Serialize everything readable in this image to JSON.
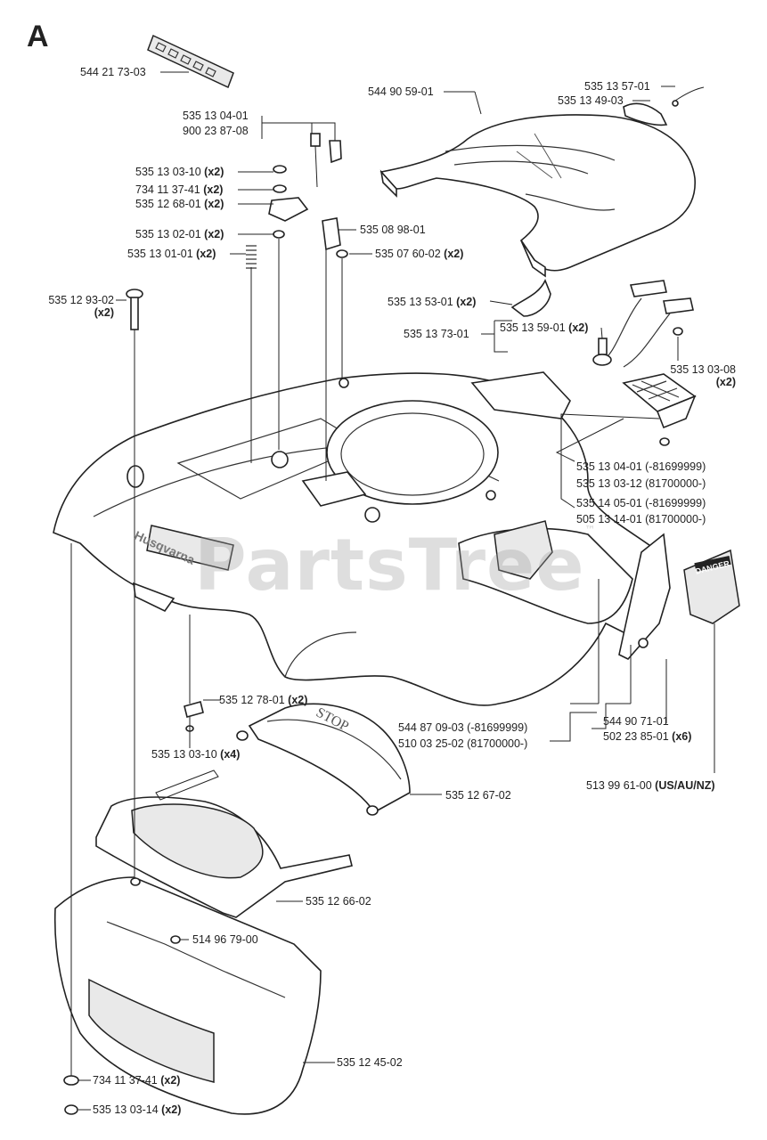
{
  "section": "A",
  "watermark": "PartsTree",
  "watermark_tm": "™",
  "stop_text": "STOP",
  "danger_text": "DANGER",
  "brand_text": "Husqvarna",
  "labels": {
    "l01": {
      "num": "544 21 73-03",
      "q": ""
    },
    "l02": {
      "num": "544 90 59-01",
      "q": ""
    },
    "l03": {
      "num": "535 13 57-01",
      "q": ""
    },
    "l04": {
      "num": "535 13 49-03",
      "q": ""
    },
    "l05": {
      "num": "535 13 04-01",
      "q": ""
    },
    "l06": {
      "num": "900 23 87-08",
      "q": ""
    },
    "l07": {
      "num": "535 13 03-10",
      "q": "(x2)"
    },
    "l08": {
      "num": "734 11 37-41",
      "q": "(x2)"
    },
    "l09": {
      "num": "535 12 68-01",
      "q": "(x2)"
    },
    "l10": {
      "num": "535 13 02-01",
      "q": "(x2)"
    },
    "l11": {
      "num": "535 08 98-01",
      "q": ""
    },
    "l12": {
      "num": "535 13 01-01",
      "q": "(x2)"
    },
    "l13": {
      "num": "535 07 60-02",
      "q": "(x2)"
    },
    "l14": {
      "num": "535 12 93-02",
      "q": "(x2)"
    },
    "l15": {
      "num": "535 13 53-01",
      "q": "(x2)"
    },
    "l16": {
      "num": "535 13 59-01",
      "q": "(x2)"
    },
    "l17": {
      "num": "535 13 73-01",
      "q": ""
    },
    "l18": {
      "num": "535 13 03-08",
      "q": "(x2)"
    },
    "l19": {
      "num": "535 13 04-01 (-81699999)",
      "q": ""
    },
    "l20": {
      "num": "535 13 03-12 (81700000-)",
      "q": ""
    },
    "l21": {
      "num": "535 14 05-01 (-81699999)",
      "q": ""
    },
    "l22": {
      "num": "505 13 14-01 (81700000-)",
      "q": ""
    },
    "l23": {
      "num": "535 12 78-01",
      "q": "(x2)"
    },
    "l24": {
      "num": "535 13 03-10",
      "q": "(x4)"
    },
    "l25": {
      "num": "544 87 09-03 (-81699999)",
      "q": ""
    },
    "l26": {
      "num": "510 03 25-02 (81700000-)",
      "q": ""
    },
    "l27": {
      "num": "544 90 71-01",
      "q": ""
    },
    "l28": {
      "num": "502 23 85-01",
      "q": "(x6)"
    },
    "l29": {
      "num": "513 99 61-00",
      "q": "(US/AU/NZ)"
    },
    "l30": {
      "num": "535 12 67-02",
      "q": ""
    },
    "l31": {
      "num": "535 12 66-02",
      "q": ""
    },
    "l32": {
      "num": "514 96 79-00",
      "q": ""
    },
    "l33": {
      "num": "535 12 45-02",
      "q": ""
    },
    "l34": {
      "num": "734 11 37-41",
      "q": "(x2)"
    },
    "l35": {
      "num": "535 13 03-14",
      "q": "(x2)"
    }
  }
}
